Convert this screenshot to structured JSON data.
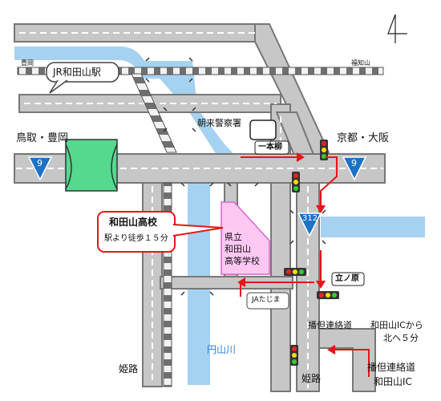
{
  "labels": {
    "station": "JR和田山駅",
    "station_west": "豊岡",
    "station_east": "福知山",
    "west_dir": "鳥取・豊岡",
    "east_dir": "京都・大阪",
    "police": "朝来警察署",
    "ipponyanagi": "一本柳",
    "school_callout_title": "和田山高校",
    "school_callout_sub": "駅より徒歩１５分",
    "school_building": "県立\n和田山\n高等学校",
    "tatenohara": "立ノ原",
    "ja": "JAたじま",
    "banshin_road": "播但連絡道",
    "ic_note_line1": "和田山ICから",
    "ic_note_line2": "北へ５分",
    "ic_line1": "播但連絡道",
    "ic_line2": "和田山IC",
    "river": "円山川",
    "himeji_left": "姫路",
    "himeji_bottom": "姫路",
    "route_9_west": "9",
    "route_9_east": "9",
    "route_312": "312"
  },
  "colors": {
    "road": "#c7c7c7",
    "road_edge": "#888888",
    "river": "#a6d2f2",
    "route_arrow": "#e8141a",
    "route_shield": "#1d72c9",
    "school_fill": "#ffc8f3",
    "school_border": "#d866c8",
    "tunnel_green": "#55d98f",
    "river_label": "#2f7fd3"
  },
  "icons": [
    "north-arrow-icon",
    "traffic-light-icon",
    "police-station-icon",
    "route-shield-icon"
  ]
}
